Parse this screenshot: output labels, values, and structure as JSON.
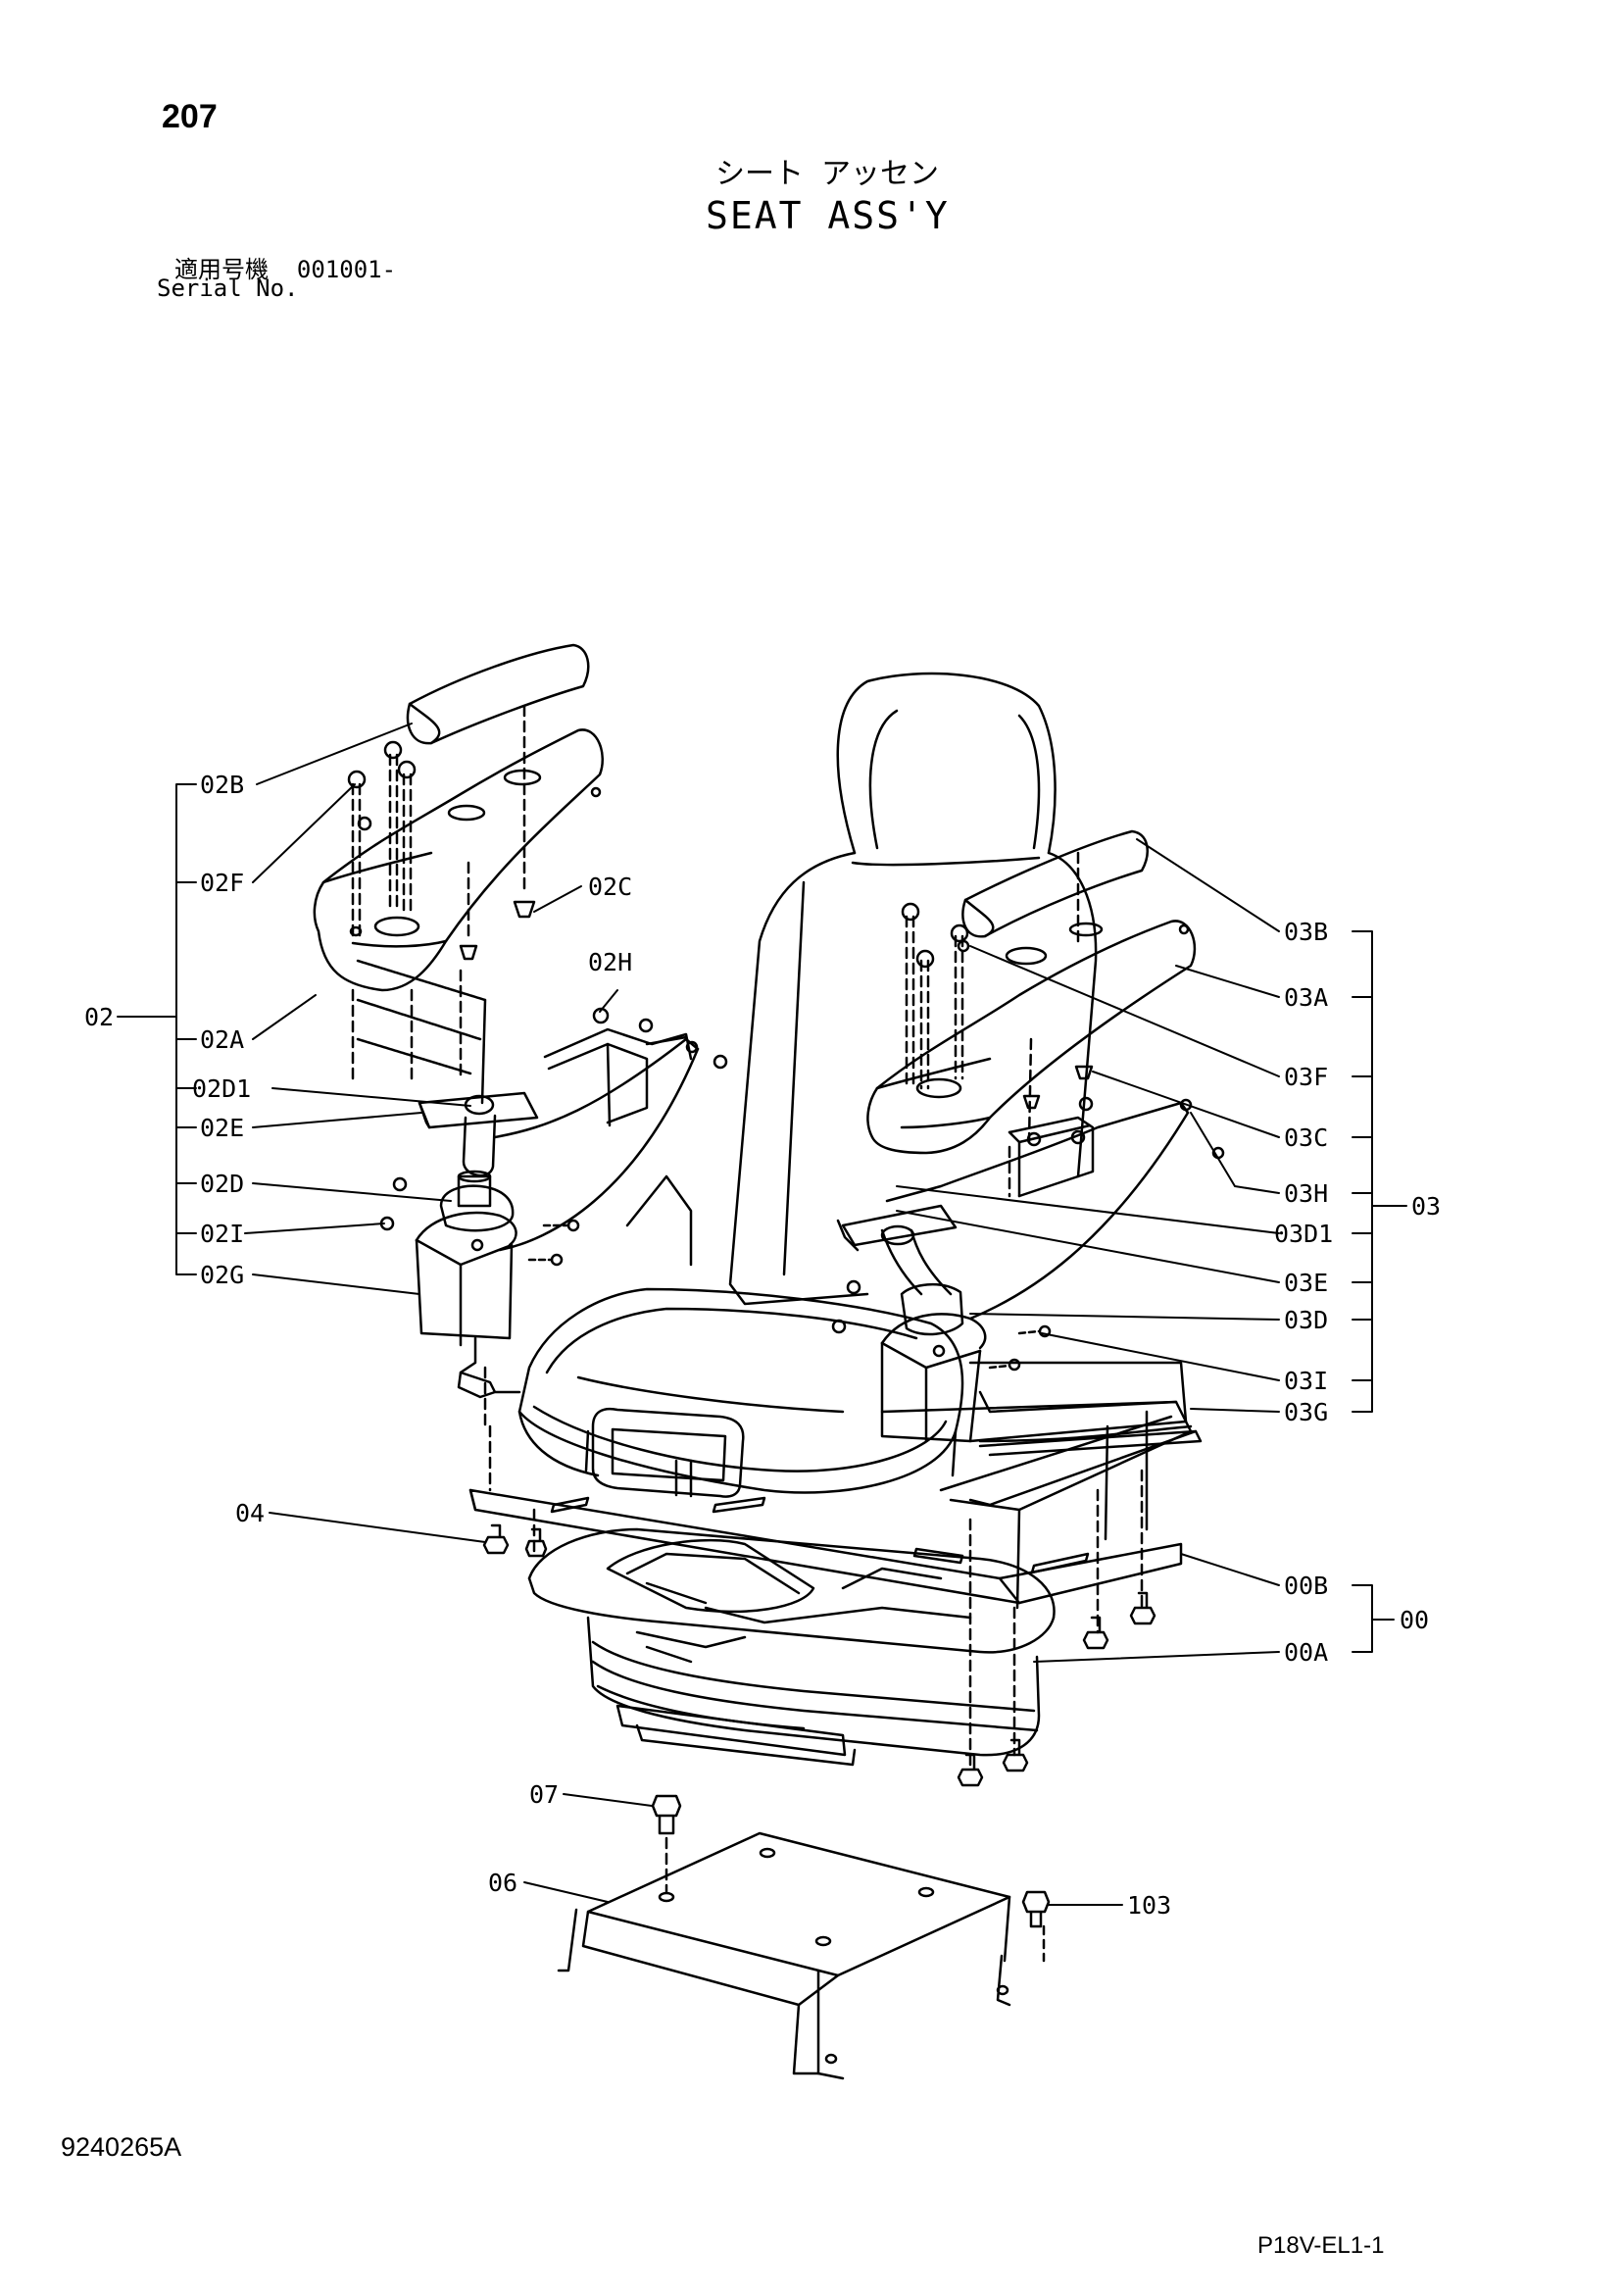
{
  "header": {
    "page_number": "207",
    "title_jp": "シート アッセン",
    "title_en": "SEAT ASS'Y",
    "serial_jp": "適用号機  001001-",
    "serial_en": "Serial No."
  },
  "footer": {
    "doc_number": "9240265A",
    "model_code": "P18V-EL1-1"
  },
  "labels": {
    "l02": "02",
    "l02B": "02B",
    "l02F": "02F",
    "l02C": "02C",
    "l02H": "02H",
    "l02A": "02A",
    "l02D1": "02D1",
    "l02E": "02E",
    "l02D": "02D",
    "l02I": "02I",
    "l02G": "02G",
    "l03": "03",
    "l03B": "03B",
    "l03A": "03A",
    "l03F": "03F",
    "l03C": "03C",
    "l03H": "03H",
    "l03D1": "03D1",
    "l03E": "03E",
    "l03D": "03D",
    "l03I": "03I",
    "l03G": "03G",
    "l00": "00",
    "l00B": "00B",
    "l00A": "00A",
    "l04": "04",
    "l07": "07",
    "l06": "06",
    "l103": "103"
  }
}
